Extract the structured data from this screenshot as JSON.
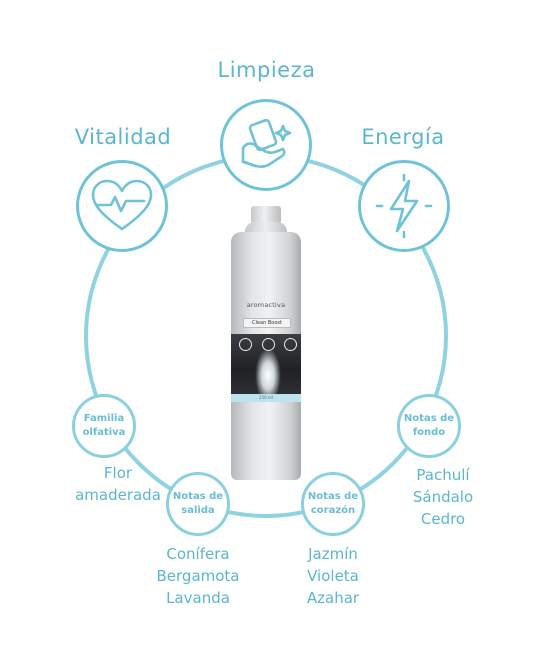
{
  "top_labels": {
    "limpieza": "Limpieza",
    "vitalidad": "Vitalidad",
    "energia": "Energía"
  },
  "note_circles": {
    "familia": [
      "Familia",
      "olfativa"
    ],
    "salida": [
      "Notas de",
      "salida"
    ],
    "corazon": [
      "Notas de",
      "corazón"
    ],
    "fondo": [
      "Notas de",
      "fondo"
    ]
  },
  "note_values": {
    "familia": [
      "Flor",
      "amaderada"
    ],
    "salida": [
      "Conífera",
      "Bergamota",
      "Lavanda"
    ],
    "corazon": [
      "Jazmín",
      "Violeta",
      "Azahar"
    ],
    "fondo": [
      "Pachulí",
      "Sándalo",
      "Cedro"
    ]
  },
  "bottle": {
    "brand": "aromactiva",
    "product": "Clean Boost",
    "volume": "250 ml"
  },
  "icons": {
    "limpieza": "cleaning-hands-icon",
    "vitalidad": "heart-pulse-icon",
    "energia": "lightning-bolt-icon"
  },
  "colors": {
    "accent": "#5bb6cf",
    "ring": "#8bd0e0"
  }
}
